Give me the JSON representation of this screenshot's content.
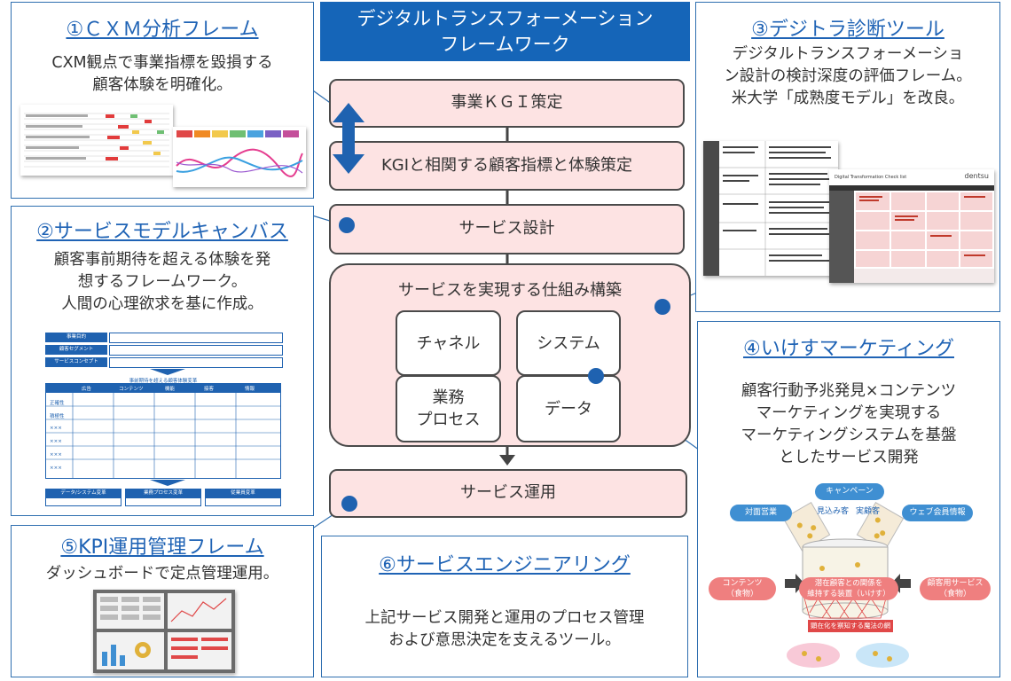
{
  "header": {
    "line1": "デジタルトランスフォーメーション",
    "line2": "フレームワーク"
  },
  "flow": {
    "kgi": "事業ＫＧＩ策定",
    "customer_kpi": "KGIと相関する顧客指標と体験策定",
    "service_design": "サービス設計",
    "build": {
      "title": "サービスを実現する仕組み構築",
      "channel": "チャネル",
      "system": "システム",
      "process_l1": "業務",
      "process_l2": "プロセス",
      "data": "データ"
    },
    "operation": "サービス運用"
  },
  "panels": {
    "p1": {
      "title": "①ＣＸＭ分析フレーム",
      "desc1": "CXM観点で事業指標を毀損する",
      "desc2": "顧客体験を明確化。"
    },
    "p2": {
      "title": "②サービスモデルキャンバス",
      "desc1": "顧客事前期待を超える体験を発",
      "desc2": "想するフレームワーク。",
      "desc3": "人間の心理欲求を基に作成。"
    },
    "p3": {
      "title": "③デジトラ診断ツール",
      "desc1": "デジタルトランスフォーメーショ",
      "desc2": "ン設計の検討深度の評価フレーム。",
      "desc3": "米大学「成熟度モデル」を改良。"
    },
    "p4": {
      "title": "④いけすマーケティング",
      "desc1": "顧客行動予兆発見×コンテンツ",
      "desc2": "マーケティングを実現する",
      "desc3": "マーケティングシステムを基盤",
      "desc4": "としたサービス開発"
    },
    "p5": {
      "title": "⑤KPI運用管理フレーム",
      "desc1": "ダッシュボードで定点管理運用。"
    },
    "p6": {
      "title": "⑥サービスエンジニアリング",
      "desc1": "上記サービス開発と運用のプロセス管理",
      "desc2": "および意思決定を支えるツール。"
    }
  },
  "canvas": {
    "row1": "事業目的",
    "row2": "顧客セグメント",
    "row3": "サービスコンセプト",
    "table_title": "事前期待を超える顧客体験変革",
    "cols": [
      "広告",
      "コンテンツ",
      "機能",
      "接客",
      "情報"
    ],
    "rows": [
      "正確性",
      "積極性",
      "×××",
      "×××",
      "×××",
      "×××"
    ],
    "bottom": [
      "データ/システム変革",
      "業務プロセス変革",
      "従業員変革"
    ]
  },
  "ikesu": {
    "campaign": "キャンペーン",
    "face": "対面営業",
    "prospect": "見込み客",
    "actual": "実顧客",
    "web": "ウェブ会員情報",
    "contents_l1": "コンテンツ",
    "contents_l2": "（食物）",
    "keep_l1": "潜在顧客との関係を",
    "keep_l2": "維持する装置（いけす）",
    "service_l1": "顧客用サービス",
    "service_l2": "（食物）",
    "net": "顕在化を察知する魔法の網"
  },
  "dentsu": {
    "label": "dentsu",
    "sheet_title": "Digital Transformation Check list"
  },
  "colors": {
    "accent": "#1f62b0",
    "header": "#1565b8",
    "box_fill": "#fde3e3",
    "outline": "#4a4a4a"
  }
}
